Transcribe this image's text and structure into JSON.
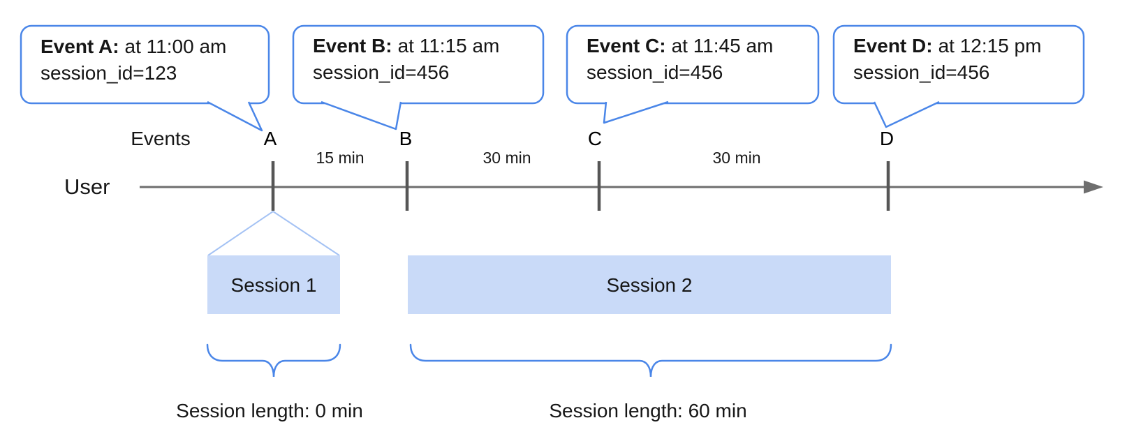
{
  "diagram": {
    "axis": {
      "events_label": "Events",
      "user_label": "User"
    },
    "events": [
      {
        "letter": "A",
        "bubble_title": "Event A:",
        "bubble_time": "at 11:00 am",
        "bubble_session": "session_id=123"
      },
      {
        "letter": "B",
        "bubble_title": "Event B:",
        "bubble_time": "at 11:15 am",
        "bubble_session": "session_id=456"
      },
      {
        "letter": "C",
        "bubble_title": "Event C:",
        "bubble_time": "at 11:45 am",
        "bubble_session": "session_id=456"
      },
      {
        "letter": "D",
        "bubble_title": "Event D:",
        "bubble_time": "at 12:15 pm",
        "bubble_session": "session_id=456"
      }
    ],
    "intervals": [
      {
        "label": "15 min"
      },
      {
        "label": "30 min"
      },
      {
        "label": "30 min"
      }
    ],
    "sessions": [
      {
        "name": "Session 1",
        "length_label": "Session length: 0 min"
      },
      {
        "name": "Session 2",
        "length_label": "Session length: 60 min"
      }
    ],
    "colors": {
      "bubble_border_blue": "#4a86e8",
      "session_fill_blue": "#c9daf8",
      "connector_light_blue": "#a4c2f4",
      "timeline_gray": "#6e6e6e",
      "tick_gray": "#565656"
    }
  }
}
